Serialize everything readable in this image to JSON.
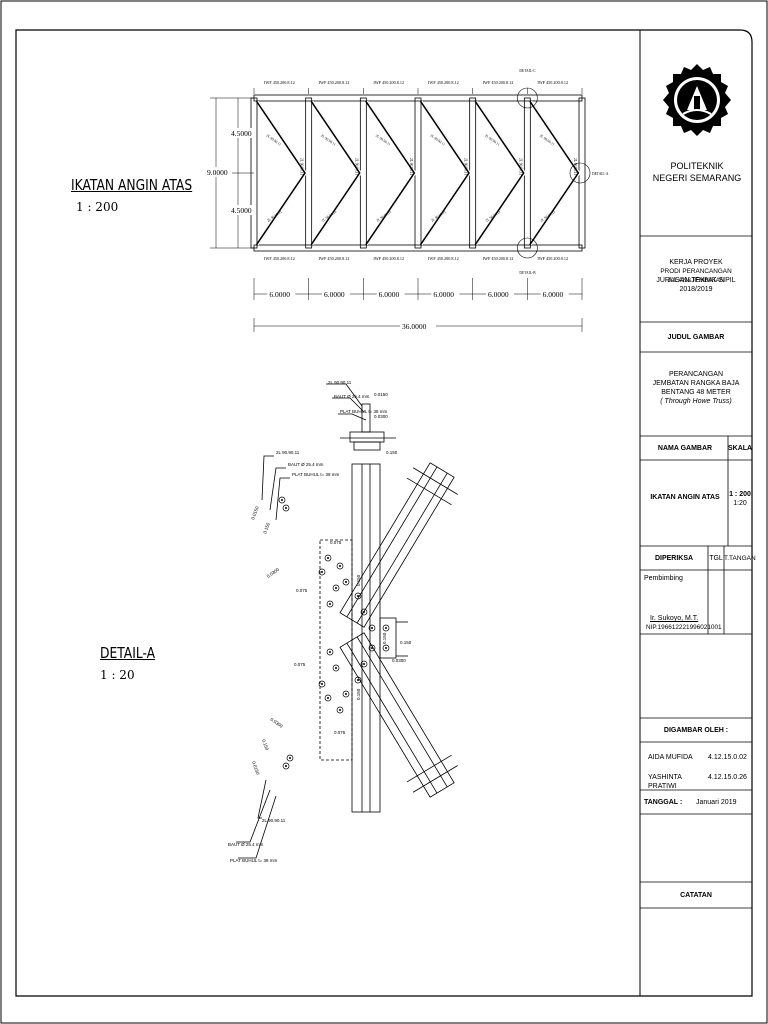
{
  "titles": {
    "top_view": "IKATAN ANGIN ATAS",
    "top_view_scale": "1 : 200",
    "detail": "DETAIL-A",
    "detail_scale": "1 : 20"
  },
  "top_view": {
    "profile_label": "IWF 450.200.8.12",
    "diag_label": "2L 90.90.11",
    "dim_total_width": "9.0000",
    "dim_half_width": "4.5000",
    "dim_segment": "6.0000",
    "dim_total_length": "36.0000",
    "detail_c": "DETAIL-C",
    "detail_b": "DETAIL-B",
    "detail_a": "DETAIL-A"
  },
  "detail_view": {
    "angle_label": "2L 90.90.11",
    "bolt_label": "BAUT Ø 25.4 mm",
    "plate_label": "PLAT BUHUL t= 38 mm",
    "dim_small": "0.0150",
    "dim_a": "0.0300",
    "dim_b": "0.075",
    "dim_c": "0.150"
  },
  "title_block": {
    "institution": "POLITEKNIK NEGERI SEMARANG",
    "project_lines": [
      "KERJA PROYEK",
      "PRODI PERANCANGAN JALAN&JEMBATAN",
      "JURUSAN TEKNIK SIPIL",
      "2018/2019"
    ],
    "judul_header": "JUDUL GAMBAR",
    "judul_lines": [
      "PERANCANGAN",
      "JEMBATAN RANGKA BAJA",
      "BENTANG 48 METER",
      "( Through Howe Truss)"
    ],
    "nama_gambar_header": "NAMA GAMBAR",
    "skala_header": "SKALA",
    "nama_gambar": "IKATAN ANGIN ATAS",
    "skala_1": "1 : 200",
    "skala_2": "1:20",
    "diperiksa": "DIPERIKSA",
    "tgl": "TGL",
    "ttangan": "T.TANGAN",
    "pembimbing": "Pembimbing",
    "pembimbing_name": "Ir. Sukoyo, M.T.",
    "pembimbing_nip": "NIP.196612221996021001",
    "digambar_oleh": "DIGAMBAR OLEH :",
    "students": [
      {
        "name": "AIDA MUFIDA",
        "id": "4.12.15.0.02"
      },
      {
        "name": "YASHINTA PRATIWI",
        "id": "4.12.15.0.26"
      }
    ],
    "tanggal_label": "TANGGAL  :",
    "tanggal_value": "Januari 2019",
    "catatan": "CATATAN"
  }
}
